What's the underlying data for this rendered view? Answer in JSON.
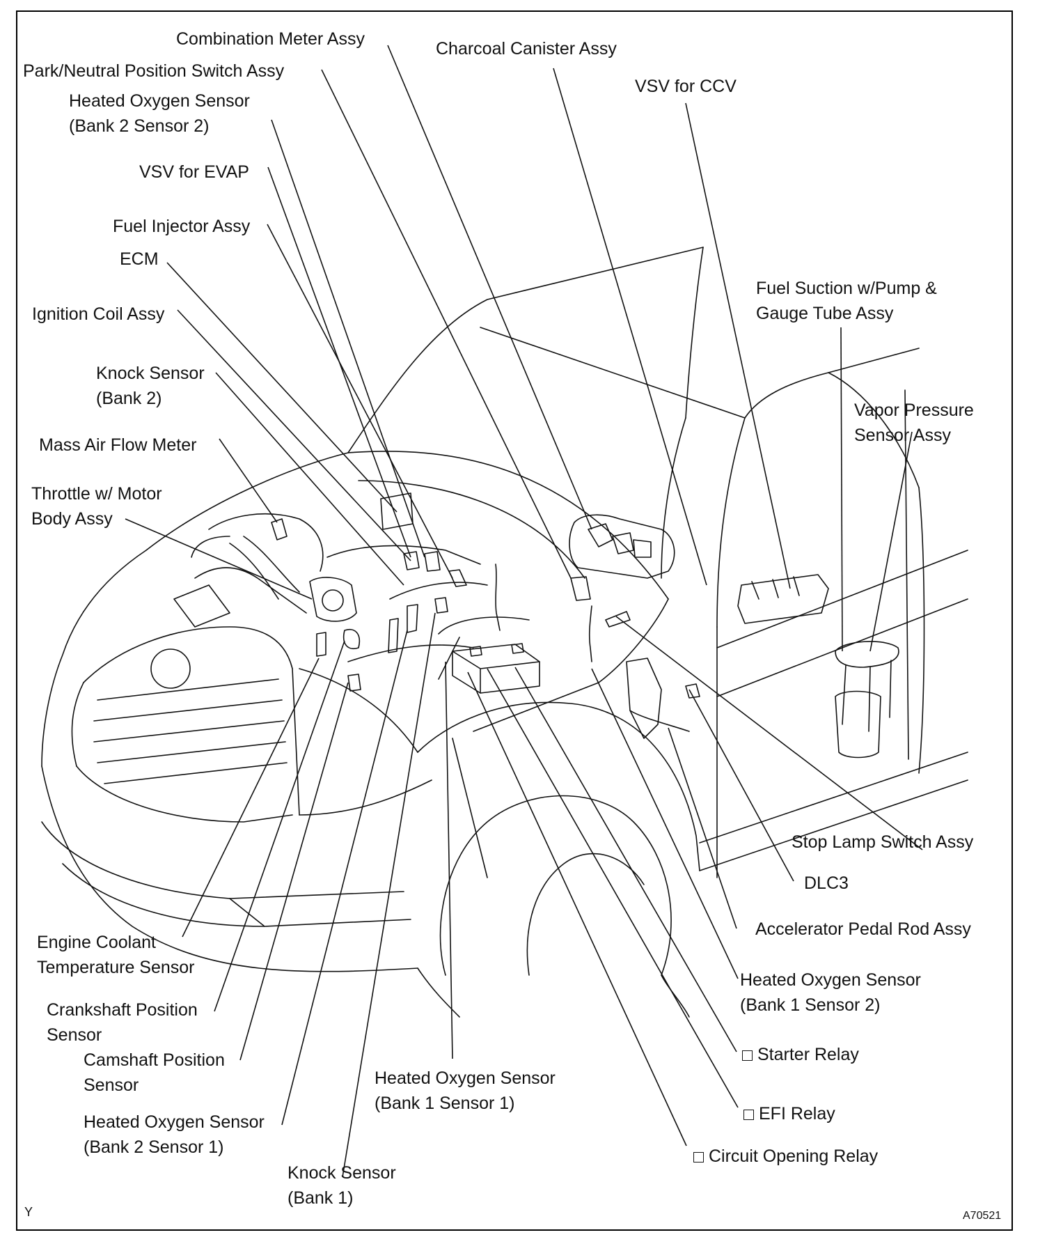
{
  "labels": {
    "combination_meter": "Combination Meter Assy",
    "charcoal_canister": "Charcoal Canister Assy",
    "park_neutral": "Park/Neutral Position Switch Assy",
    "ho2s_b2s2_line1": "Heated Oxygen Sensor",
    "ho2s_b2s2_line2": "(Bank 2 Sensor 2)",
    "vsv_ccv": "VSV for CCV",
    "vsv_evap": "VSV for EVAP",
    "fuel_injector": "Fuel Injector Assy",
    "ecm": "ECM",
    "fuel_suction_line1": "Fuel Suction w/Pump &",
    "fuel_suction_line2": "Gauge Tube Assy",
    "ignition_coil": "Ignition Coil Assy",
    "knock_b2_line1": "Knock Sensor",
    "knock_b2_line2": "(Bank 2)",
    "vapor_pressure_line1": "Vapor Pressure",
    "vapor_pressure_line2": "Sensor Assy",
    "maf": "Mass Air Flow Meter",
    "throttle_line1": "Throttle w/ Motor",
    "throttle_line2": "Body Assy",
    "stop_lamp": "Stop Lamp Switch Assy",
    "dlc3": "DLC3",
    "accel_pedal": "Accelerator Pedal Rod Assy",
    "ect_line1": "Engine Coolant",
    "ect_line2": "Temperature Sensor",
    "ho2s_b1s2_line1": "Heated Oxygen Sensor",
    "ho2s_b1s2_line2": "(Bank 1 Sensor 2)",
    "ckp_line1": "Crankshaft Position",
    "ckp_line2": "Sensor",
    "starter_relay": "Starter Relay",
    "cmp_line1": "Camshaft Position",
    "cmp_line2": "Sensor",
    "ho2s_b1s1_line1": "Heated Oxygen Sensor",
    "ho2s_b1s1_line2": "(Bank 1 Sensor 1)",
    "efi_relay": "EFI Relay",
    "ho2s_b2s1_line1": "Heated Oxygen Sensor",
    "ho2s_b2s1_line2": "(Bank 2 Sensor 1)",
    "circuit_opening_relay": "Circuit Opening Relay",
    "knock_b1_line1": "Knock Sensor",
    "knock_b1_line2": "(Bank 1)"
  },
  "corner_left": "Y",
  "figure_code": "A70521"
}
